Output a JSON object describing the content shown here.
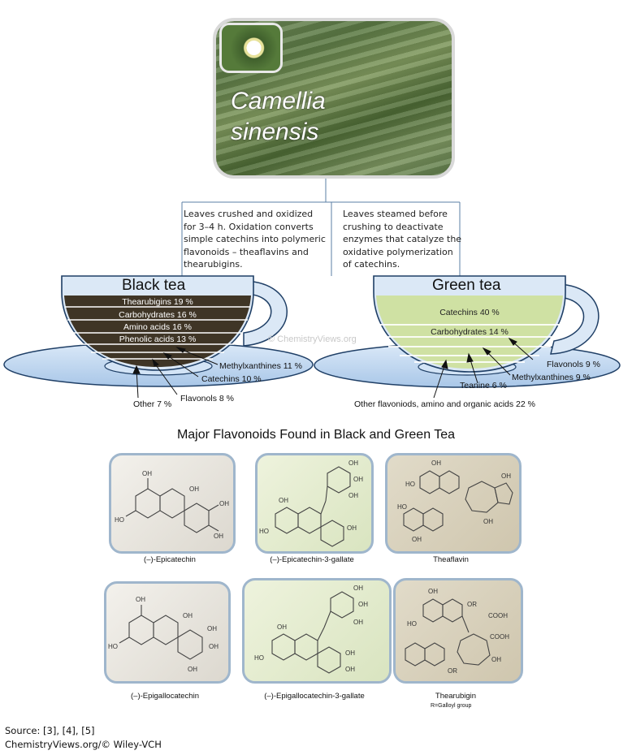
{
  "photo": {
    "title_line1": "Camellia",
    "title_line2": "sinensis"
  },
  "black": {
    "note": "Leaves crushed and oxidized\nfor 3–4 h. Oxidation converts\nsimple catechins into polymeric\nflavonoids – theaflavins and\nthearubigins.",
    "title": "Black tea",
    "bands": [
      "Thearubigins 19 %",
      "Carbohydrates 16 %",
      "Amino acids 16 %",
      "Phenolic acids 13 %"
    ],
    "callouts": [
      "Methylxanthines 11 %",
      "Catechins 10 %",
      "Flavonols  8 %",
      "Other 7 %"
    ]
  },
  "green": {
    "note": "Leaves steamed before\ncrushing to deactivate\nenzymes that catalyze the\noxidative polymerization\nof catechins.",
    "title": "Green tea",
    "bands": [
      "Catechins 40 %",
      "Carbohydrates 14 %"
    ],
    "callouts": [
      "Flavonols  9 %",
      "Methylxanthines 9 %",
      "Teanine 6 %",
      "Other flavoniods,  amino and organic acids 22 %"
    ]
  },
  "watermark": "© ChemistryViews.org",
  "section_title": "Major Flavonoids Found in Black and Green Tea",
  "molecules": [
    {
      "name": "(–)-Epicatechin"
    },
    {
      "name": "(–)-Epicatechin-3-gallate"
    },
    {
      "name": "Theaflavin"
    },
    {
      "name": "(–)-Epigallocatechin"
    },
    {
      "name": "(–)-Epigallocatechin-3-gallate"
    },
    {
      "name": "Thearubigin",
      "note": "R=Galloyl group"
    }
  ],
  "source": {
    "line1": "Source: [3], [4], [5]",
    "line2": "ChemistryViews.org/© Wiley-VCH"
  },
  "colors": {
    "black_tea": "#3f3526",
    "green_tea": "#cfe1a3",
    "saucer": "#c6dcf3",
    "cup_rim": "#dbe8f6",
    "outline": "#1f3f66",
    "card_border": "#9fb6cc"
  }
}
